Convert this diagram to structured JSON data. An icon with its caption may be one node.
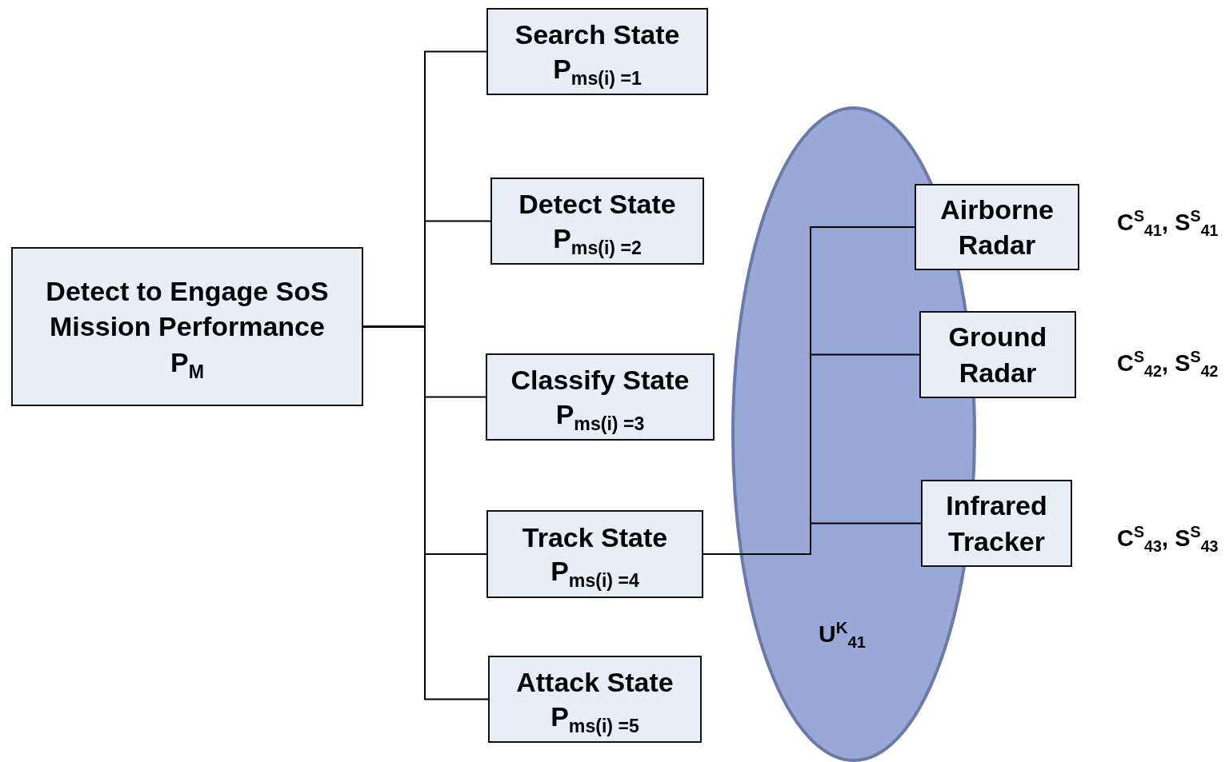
{
  "diagram": {
    "nodes": [
      {
        "text": [
          "Detect to Engage SoS Mission Performance",
          "P$_{M}$"
        ]
      },
      {
        "text": [
          "Search State",
          "P$_{ms(i) =1}$"
        ]
      },
      {
        "text": [
          "Detect State",
          "P$_{ms(i) =2}$"
        ]
      },
      {
        "text": [
          "Classify State",
          "P$_{ms(i) =3}$"
        ]
      },
      {
        "text": [
          "Track State",
          "P$_{ms(i) =4}$"
        ]
      },
      {
        "text": [
          "Attack State",
          "P$_{ms(i) =5}$"
        ]
      },
      {
        "text": [
          "Airborne Radar"
        ],
        "beside": [
          "C$^{S}$$_{41}$, S$^{S}$$_{41}$"
        ]
      },
      {
        "text": [
          "Ground Radar"
        ],
        "beside": [
          "C$^{S}$$_{42}$, S$^{S}$$_{42}$"
        ]
      },
      {
        "text": [
          "Infrared Tracker"
        ],
        "beside": [
          "C$^{S}$$_{43}$, S$^{S}$$_{43}$"
        ]
      }
    ],
    "edges": [
      {
        "from": 0,
        "to": 1,
        "arrow": "none"
      },
      {
        "from": 0,
        "to": 2,
        "arrow": "none"
      },
      {
        "from": 0,
        "to": 3,
        "arrow": "none"
      },
      {
        "from": 0,
        "to": 4,
        "arrow": "none"
      },
      {
        "from": 0,
        "to": 5,
        "arrow": "none"
      },
      {
        "from": 4,
        "to": 6,
        "arrow": "none"
      },
      {
        "from": 4,
        "to": 7,
        "arrow": "none"
      },
      {
        "from": 4,
        "to": 8,
        "arrow": "none"
      }
    ],
    "labels": [
      "U$^{K}$$_{41}$"
    ]
  }
}
